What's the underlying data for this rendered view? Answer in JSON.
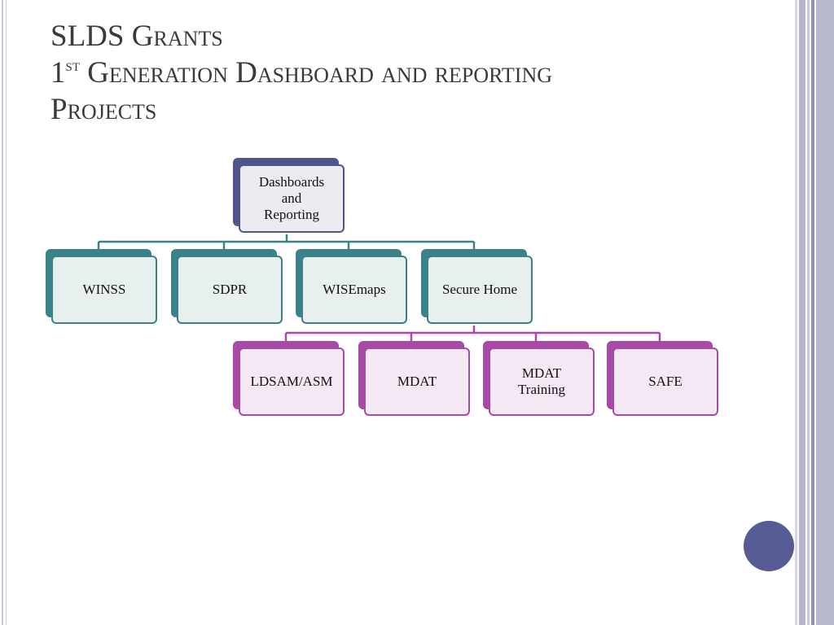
{
  "slide": {
    "title_line1": "SLDS Grants",
    "title_line2_num": "1",
    "title_line2_sup": "st",
    "title_line2_rest": " Generation Dashboard and reporting",
    "title_line3": "Projects"
  },
  "org_chart": {
    "root": {
      "label_lines": [
        "Dashboards",
        "and",
        "Reporting"
      ]
    },
    "level1": [
      {
        "label": "WINSS"
      },
      {
        "label": "SDPR"
      },
      {
        "label": "WISEmaps"
      },
      {
        "label": "Secure Home"
      }
    ],
    "level2": [
      {
        "label": "LDSAM/ASM"
      },
      {
        "label": "MDAT"
      },
      {
        "label_lines": [
          "MDAT",
          "Training"
        ]
      },
      {
        "label": "SAFE"
      }
    ]
  },
  "colors": {
    "root": "#51558e",
    "level1": "#3b8188",
    "level2": "#a84aa5",
    "accent_circle": "#575b94"
  }
}
